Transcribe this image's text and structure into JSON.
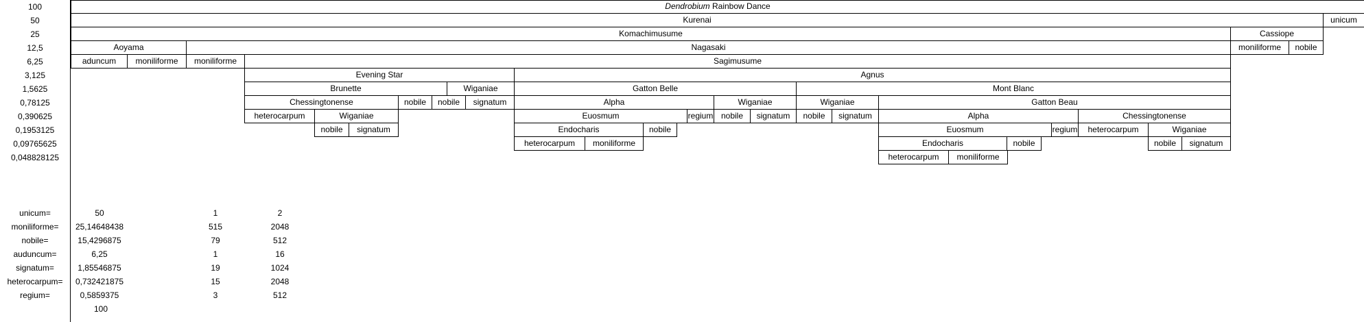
{
  "levels": [
    "100",
    "50",
    "25",
    "12,5",
    "6,25",
    "3,125",
    "1,5625",
    "0,78125",
    "0,390625",
    "0,1953125",
    "0,09765625",
    "0,048828125"
  ],
  "pedigree": [
    [
      {
        "text": "Rainbow Dance",
        "italic_prefix": "Dendrobium"
      }
    ],
    [
      {
        "text": "Kurenai"
      },
      {
        "text": "unicum"
      }
    ],
    [
      {
        "text": "Komachimusume"
      },
      {
        "text": "Cassiope"
      }
    ],
    [
      {
        "text": "Aoyama"
      },
      {
        "text": "Nagasaki"
      },
      {
        "text": "moniliforme"
      },
      {
        "text": "nobile"
      }
    ],
    [
      {
        "text": "aduncum"
      },
      {
        "text": "moniliforme"
      },
      {
        "text": "moniliforme"
      },
      {
        "text": "Sagimusume"
      }
    ],
    [
      {
        "text": "Evening Star"
      },
      {
        "text": "Agnus"
      }
    ],
    [
      {
        "text": "Brunette"
      },
      {
        "text": "Wiganiae"
      },
      {
        "text": "Gatton Belle"
      },
      {
        "text": "Mont Blanc"
      }
    ],
    [
      {
        "text": "Chessingtonense"
      },
      {
        "text": "nobile"
      },
      {
        "text": "nobile"
      },
      {
        "text": "signatum"
      },
      {
        "text": "Alpha"
      },
      {
        "text": "Wiganiae"
      },
      {
        "text": "Wiganiae"
      },
      {
        "text": "Gatton Beau"
      }
    ],
    [
      {
        "text": "heterocarpum"
      },
      {
        "text": "Wiganiae"
      },
      {
        "text": "Euosmum"
      },
      {
        "text": "regium"
      },
      {
        "text": "nobile"
      },
      {
        "text": "signatum"
      },
      {
        "text": "nobile"
      },
      {
        "text": "signatum"
      },
      {
        "text": "Alpha"
      },
      {
        "text": "Chessingtonense"
      }
    ],
    [
      {
        "text": "nobile"
      },
      {
        "text": "signatum"
      },
      {
        "text": "Endocharis"
      },
      {
        "text": "nobile"
      },
      {
        "text": "Euosmum"
      },
      {
        "text": "regium"
      },
      {
        "text": "heterocarpum"
      },
      {
        "text": "Wiganiae"
      }
    ],
    [
      {
        "text": "heterocarpum"
      },
      {
        "text": "moniliforme"
      },
      {
        "text": "Endocharis"
      },
      {
        "text": "nobile"
      },
      {
        "text": "nobile"
      },
      {
        "text": "signatum"
      }
    ],
    [
      {
        "text": "heterocarpum"
      },
      {
        "text": "moniliforme"
      }
    ]
  ],
  "stats": [
    {
      "label": "unicum=",
      "percent": "50",
      "a": "1",
      "b": "2"
    },
    {
      "label": "moniliforme=",
      "percent": "25,14648438",
      "a": "515",
      "b": "2048"
    },
    {
      "label": "nobile=",
      "percent": "15,4296875",
      "a": "79",
      "b": "512"
    },
    {
      "label": "auduncum=",
      "percent": "6,25",
      "a": "1",
      "b": "16"
    },
    {
      "label": "signatum=",
      "percent": "1,85546875",
      "a": "19",
      "b": "1024"
    },
    {
      "label": "heterocarpum=",
      "percent": "0,732421875",
      "a": "15",
      "b": "2048"
    },
    {
      "label": "regium=",
      "percent": "0,5859375",
      "a": "3",
      "b": "512"
    }
  ],
  "total": "100"
}
